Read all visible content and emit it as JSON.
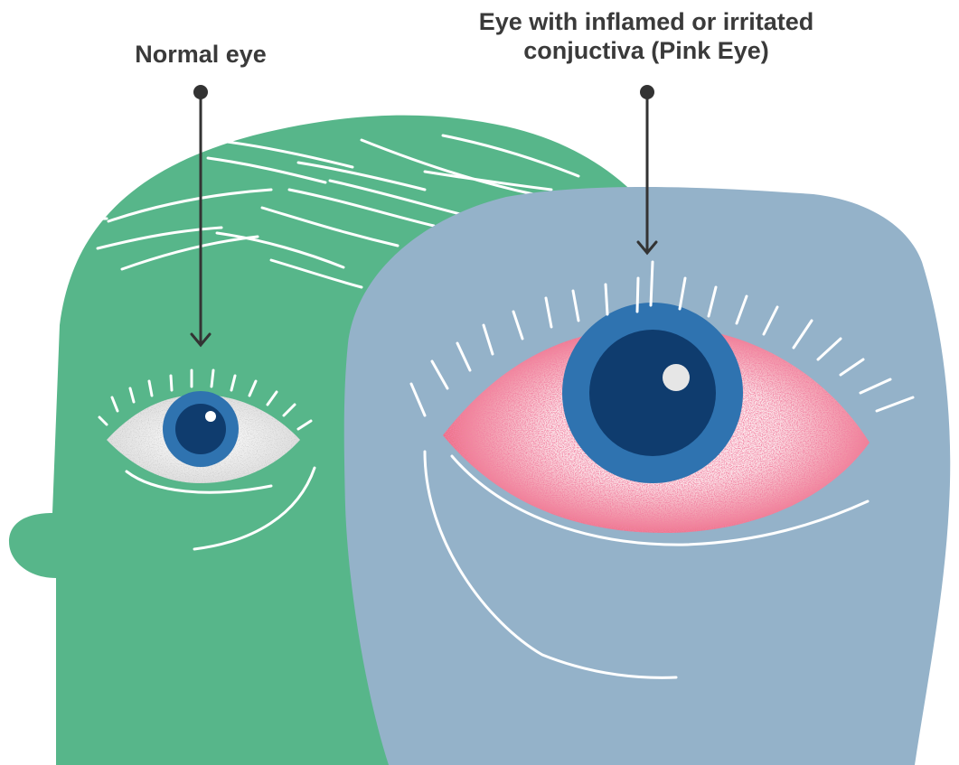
{
  "labels": {
    "normal_eye": "Normal eye",
    "pink_eye_line1": "Eye with inflamed or irritated",
    "pink_eye_line2": "conjuctiva (Pink Eye)"
  },
  "colors": {
    "head_green": "#57b68a",
    "magnified_blue_gray": "#94b2c9",
    "iris_blue": "#2f73b0",
    "pupil_navy": "#0f3c6e",
    "inflamed_red": "#e23d5b",
    "label_text": "#3a3a3a",
    "pointer": "#333333"
  }
}
